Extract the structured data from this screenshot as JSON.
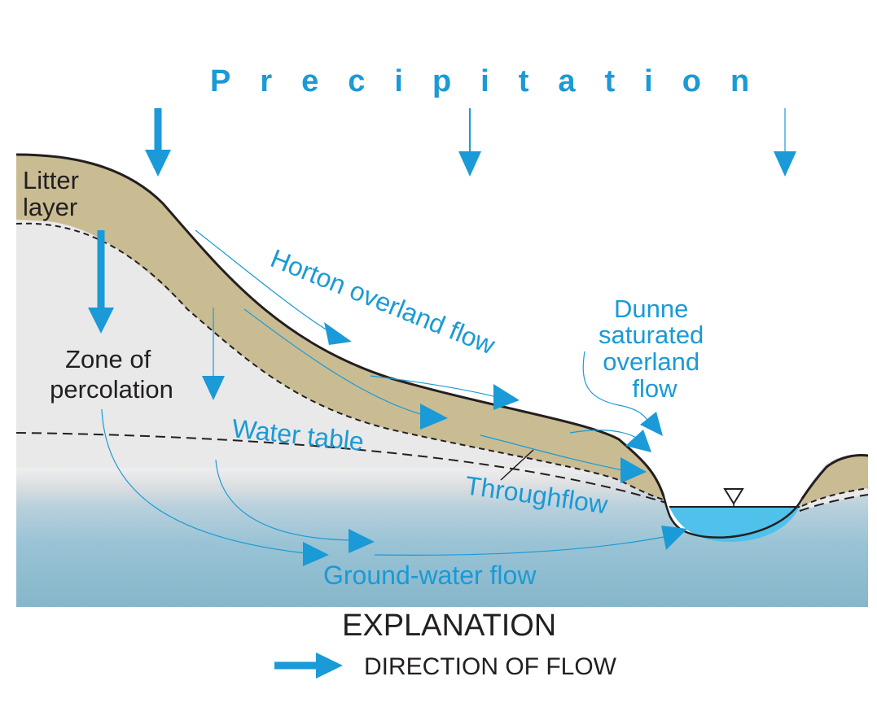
{
  "title": "Precipitation",
  "labels": {
    "litter_layer_1": "Litter",
    "litter_layer_2": "layer",
    "zone_1": "Zone of",
    "zone_2": "percolation",
    "horton": "Horton overland flow",
    "dunne_1": "Dunne",
    "dunne_2": "saturated",
    "dunne_3": "overland",
    "dunne_4": "flow",
    "water_table": "Water  table",
    "throughflow": "Throughflow",
    "groundwater": "Ground-water flow"
  },
  "explanation": {
    "heading": "EXPLANATION",
    "direction_of_flow": "DIRECTION OF FLOW"
  },
  "icons": {
    "water_surface": "water-level-triangle-icon"
  },
  "colors": {
    "arrow_blue": "#1a9ad6",
    "litter_tan": "#c9bc93",
    "percolation_gray": "#e9e9ea",
    "groundwater_blue": "#8fbccf",
    "stream_blue": "#4fc1ea",
    "outline": "#231f20"
  }
}
